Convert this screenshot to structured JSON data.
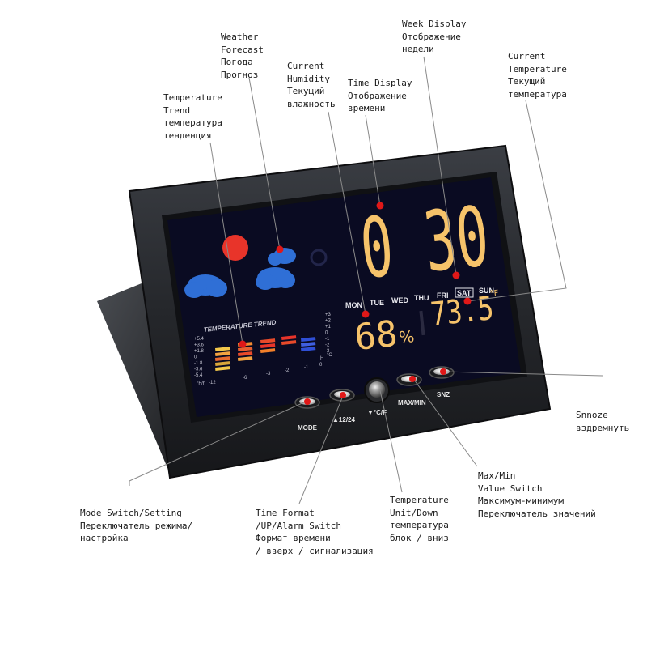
{
  "display": {
    "time": "0 30",
    "weekdays": [
      "MON",
      "TUE",
      "WED",
      "THU",
      "FRI",
      "SAT",
      "SUN"
    ],
    "selected_day": "SAT",
    "humidity": "68",
    "humidity_unit": "%",
    "temperature": "73.5",
    "temp_unit": "°F",
    "trend_title": "TEMPERATURE  TREND",
    "trend_left_scale": [
      "+5.4",
      "+3.6",
      "+1.8",
      "0",
      "-1.8",
      "-3.6",
      "-5.4"
    ],
    "trend_right_scale": [
      "+3",
      "+2",
      "+1",
      "0",
      "-1",
      "-2",
      "-3"
    ],
    "trend_hours": [
      "-12",
      "-6",
      "-3",
      "-2",
      "-1",
      "0"
    ],
    "trend_axis_f": "°F/h",
    "trend_axis_h": "H",
    "trend_axis_c": "°C"
  },
  "buttons": {
    "mode": "MODE",
    "time_format": "▲12/24",
    "unit": "▼°C/F",
    "maxmin": "MAX/MIN",
    "snooze": "SNZ"
  },
  "annotations": {
    "weather_forecast": [
      "Weather",
      "Forecast",
      "Погода",
      "Прогноз"
    ],
    "current_humidity": [
      "Current",
      "Humidity",
      "Текущий",
      "влажность"
    ],
    "time_display": [
      "Time Display",
      "Отображение",
      "времени"
    ],
    "week_display": [
      "Week Display",
      "Отображение",
      "недели"
    ],
    "current_temperature": [
      "Current",
      "Temperature",
      "Текущий",
      "температура"
    ],
    "temperature_trend": [
      "Temperature",
      "Trend",
      "температура",
      "тенденция"
    ],
    "snooze": [
      "Snnoze",
      "вздремнуть"
    ],
    "mode_switch": [
      "Mode Switch/Setting",
      "Переключатель режима/",
      "настройка"
    ],
    "time_format": [
      "Time Format",
      "/UP/Alarm Switch",
      "Формат времени",
      "/ вверх / сигнализация"
    ],
    "temp_unit": [
      "Temperature",
      "Unit/Down",
      "температура",
      "блок / вниз"
    ],
    "max_min": [
      "Max/Min",
      "Value Switch",
      "Максимум-минимум",
      "Переключатель значений"
    ]
  },
  "colors": {
    "frame": "#2a2c30",
    "screen": "#0a0b22",
    "digits": "#f6c36a",
    "sun": "#e8342a",
    "cloud": "#2f6fd6",
    "marker": "#e01818"
  }
}
